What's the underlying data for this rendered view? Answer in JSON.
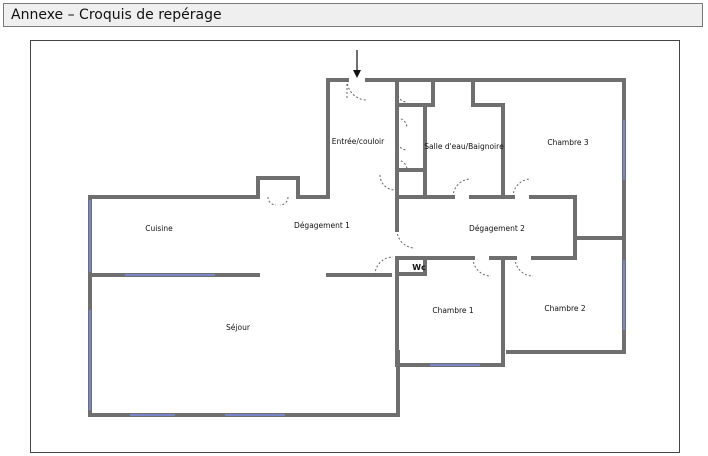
{
  "header": {
    "title": "Annexe – Croquis de repérage"
  },
  "plan": {
    "rooms": {
      "entree": "Entrée/couloir",
      "salle_eau": "Salle d'eau/Baignoire",
      "chambre3": "Chambre 3",
      "cuisine": "Cuisine",
      "degagement1": "Dégagement 1",
      "degagement2": "Dégagement 2",
      "wc": "Wc",
      "sejour": "Séjour",
      "chambre1": "Chambre 1",
      "chambre2": "Chambre 2"
    },
    "colors": {
      "wall": "#6f6f6f",
      "door": "#666666",
      "window": "#7b86c9",
      "frame": "#444444"
    }
  }
}
